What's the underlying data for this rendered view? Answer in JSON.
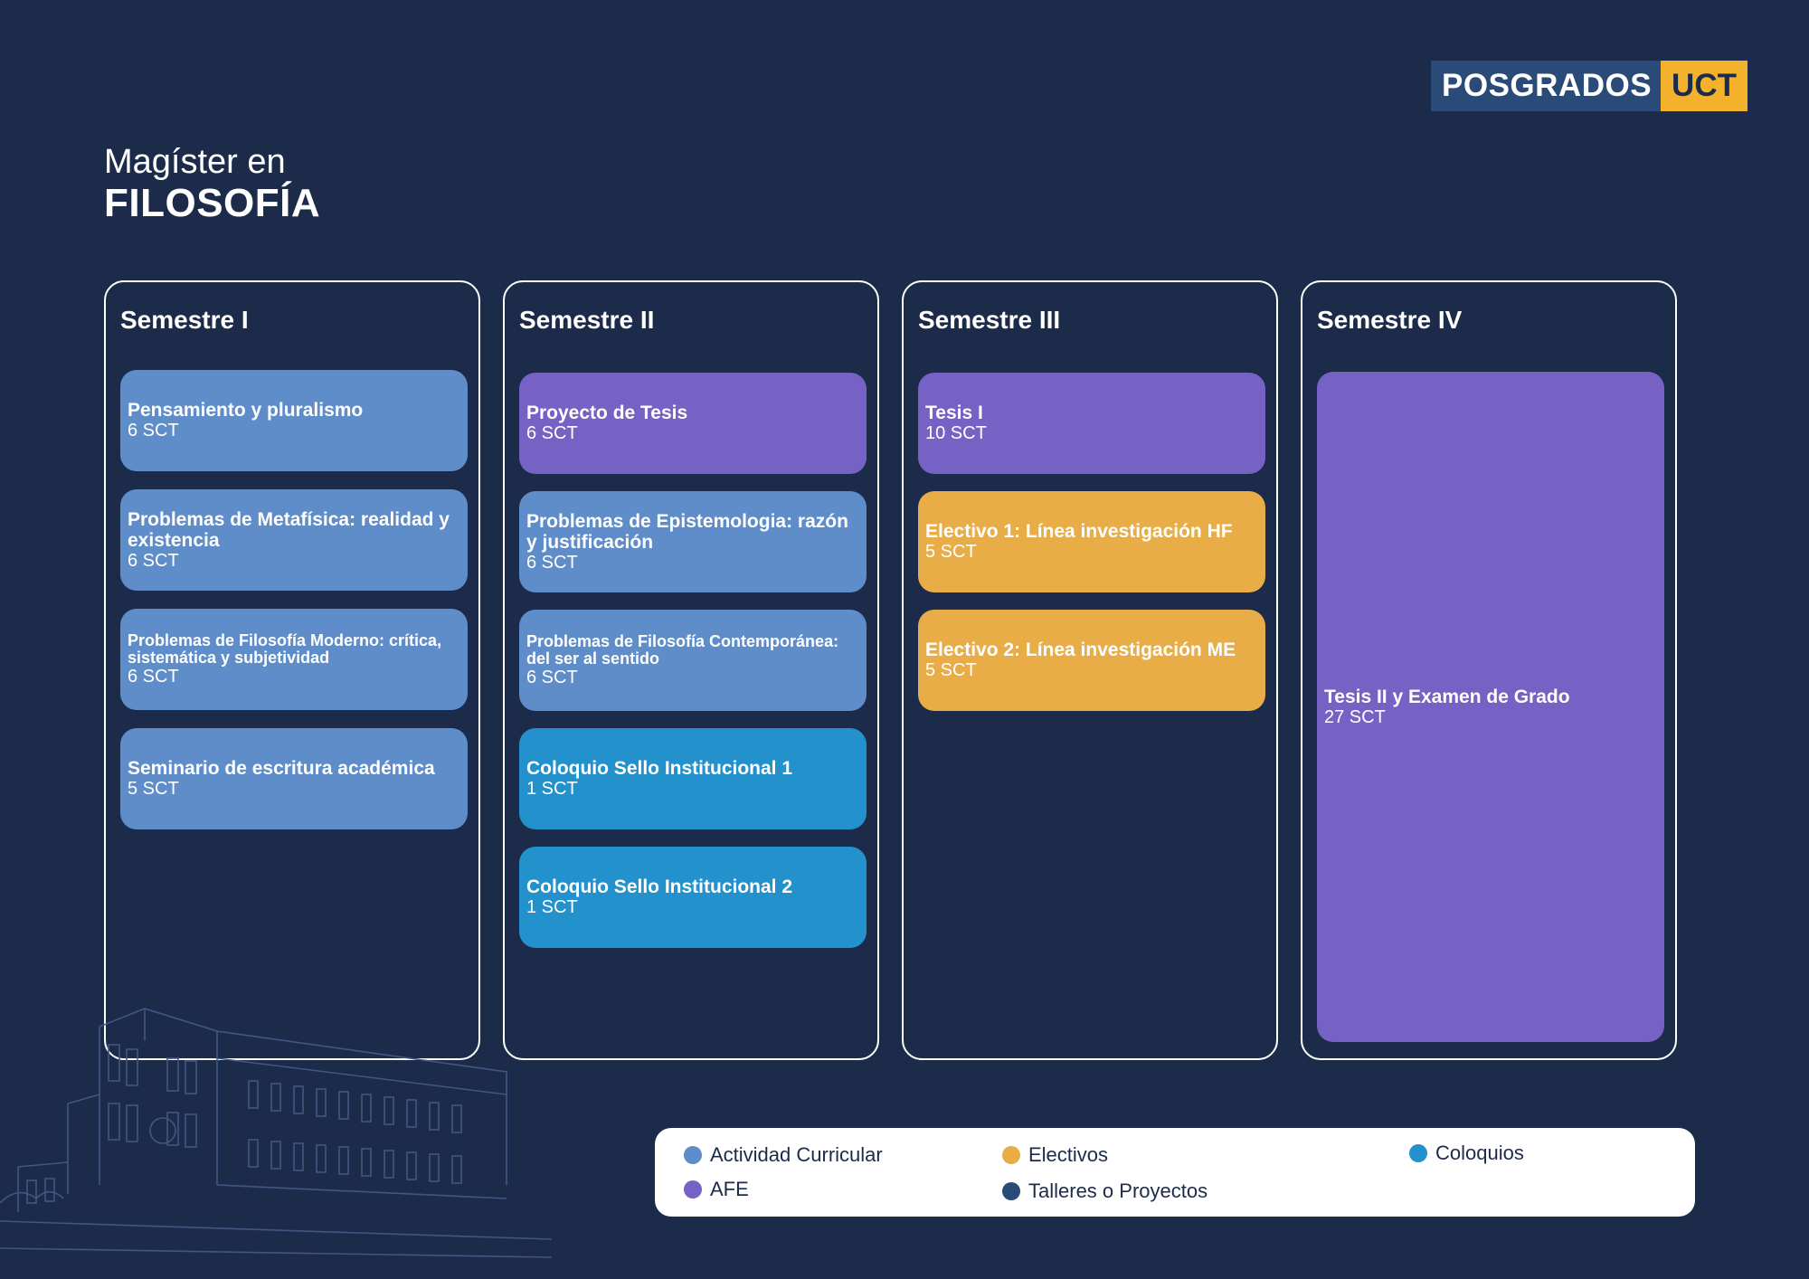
{
  "logo": {
    "part1": "POSGRADOS",
    "part2": "UCT"
  },
  "title": {
    "line1": "Magíster en",
    "line2": "FILOSOFÍA"
  },
  "semesters": [
    {
      "title": "Semestre I",
      "courses": [
        {
          "name": "Pensamiento y pluralismo",
          "credits": "6 SCT",
          "category": "Actividad Curricular"
        },
        {
          "name": "Problemas de Metafísica: realidad y existencia",
          "credits": "6 SCT",
          "category": "Actividad Curricular"
        },
        {
          "name": "Problemas de Filosofía Moderno: crítica, sistemática y subjetividad",
          "credits": "6 SCT",
          "category": "Actividad Curricular"
        },
        {
          "name": "Seminario de escritura académica",
          "credits": "5 SCT",
          "category": "Actividad Curricular"
        }
      ]
    },
    {
      "title": "Semestre II",
      "courses": [
        {
          "name": "Proyecto de Tesis",
          "credits": "6 SCT",
          "category": "AFE"
        },
        {
          "name": "Problemas de Epistemologia: razón y justificación",
          "credits": "6 SCT",
          "category": "Actividad Curricular"
        },
        {
          "name": "Problemas de Filosofía Contemporánea: del ser al sentido",
          "credits": "6 SCT",
          "category": "Actividad Curricular"
        },
        {
          "name": "Coloquio Sello Institucional 1",
          "credits": "1 SCT",
          "category": "Coloquios"
        },
        {
          "name": "Coloquio Sello Institucional 2",
          "credits": "1 SCT",
          "category": "Coloquios"
        }
      ]
    },
    {
      "title": "Semestre III",
      "courses": [
        {
          "name": "Tesis I",
          "credits": "10 SCT",
          "category": "AFE"
        },
        {
          "name": "Electivo 1: Línea investigación HF",
          "credits": "5 SCT",
          "category": "Electivos"
        },
        {
          "name": "Electivo 2: Línea investigación ME",
          "credits": "5 SCT",
          "category": "Electivos"
        }
      ]
    },
    {
      "title": "Semestre IV",
      "courses": [
        {
          "name": "Tesis II y Examen de Grado",
          "credits": "27 SCT",
          "category": "AFE"
        }
      ]
    }
  ],
  "legend": [
    {
      "label": "Actividad Curricular",
      "color": "#5e8dc9"
    },
    {
      "label": "Electivos",
      "color": "#e8ad47"
    },
    {
      "label": "Coloquios",
      "color": "#2391cb"
    },
    {
      "label": "AFE",
      "color": "#7562c4"
    },
    {
      "label": "Talleres o Proyectos",
      "color": "#2a4a78"
    }
  ]
}
